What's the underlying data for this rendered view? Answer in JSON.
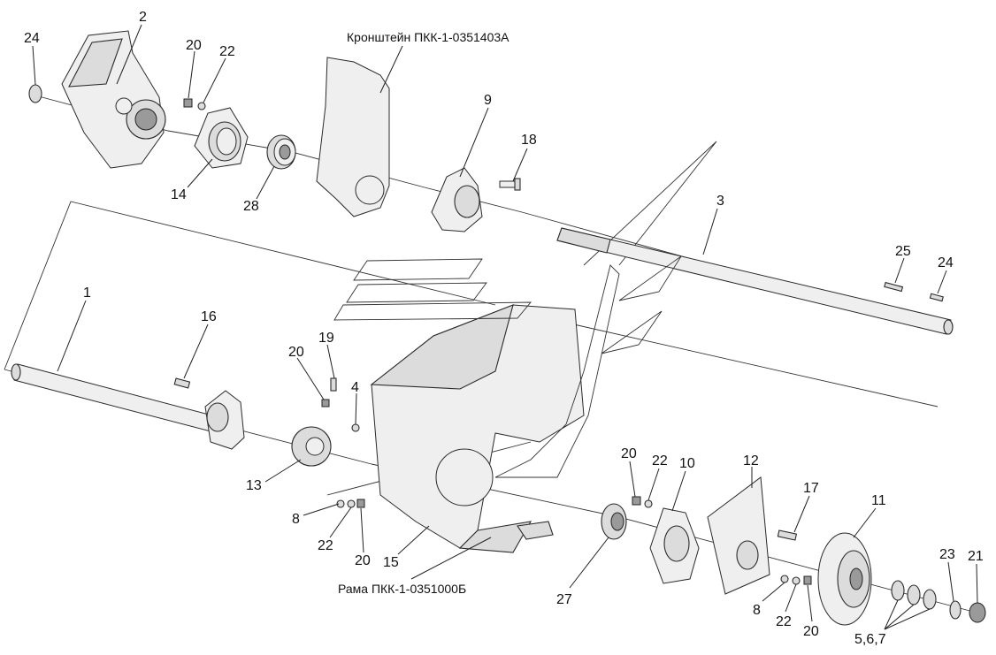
{
  "captions": {
    "bracket": "Кронштейн ПКК-1-0351403А",
    "frame": "Рама ПКК-1-0351000Б"
  },
  "labels": [
    {
      "id": "l24a",
      "text": "24"
    },
    {
      "id": "l2",
      "text": "2"
    },
    {
      "id": "l20a",
      "text": "20"
    },
    {
      "id": "l22a",
      "text": "22"
    },
    {
      "id": "l9",
      "text": "9"
    },
    {
      "id": "l18",
      "text": "18"
    },
    {
      "id": "l14",
      "text": "14"
    },
    {
      "id": "l28",
      "text": "28"
    },
    {
      "id": "l3",
      "text": "3"
    },
    {
      "id": "l25",
      "text": "25"
    },
    {
      "id": "l24b",
      "text": "24"
    },
    {
      "id": "l1",
      "text": "1"
    },
    {
      "id": "l16",
      "text": "16"
    },
    {
      "id": "l19",
      "text": "19"
    },
    {
      "id": "l20b",
      "text": "20"
    },
    {
      "id": "l4",
      "text": "4"
    },
    {
      "id": "l13",
      "text": "13"
    },
    {
      "id": "l8a",
      "text": "8"
    },
    {
      "id": "l22b",
      "text": "22"
    },
    {
      "id": "l20c",
      "text": "20"
    },
    {
      "id": "l15",
      "text": "15"
    },
    {
      "id": "l20d",
      "text": "20"
    },
    {
      "id": "l22c",
      "text": "22"
    },
    {
      "id": "l10",
      "text": "10"
    },
    {
      "id": "l12",
      "text": "12"
    },
    {
      "id": "l17",
      "text": "17"
    },
    {
      "id": "l11",
      "text": "11"
    },
    {
      "id": "l27",
      "text": "27"
    },
    {
      "id": "l8b",
      "text": "8"
    },
    {
      "id": "l22d",
      "text": "22"
    },
    {
      "id": "l20e",
      "text": "20"
    },
    {
      "id": "l23",
      "text": "23"
    },
    {
      "id": "l21",
      "text": "21"
    },
    {
      "id": "l567",
      "text": "5,6,7"
    }
  ]
}
